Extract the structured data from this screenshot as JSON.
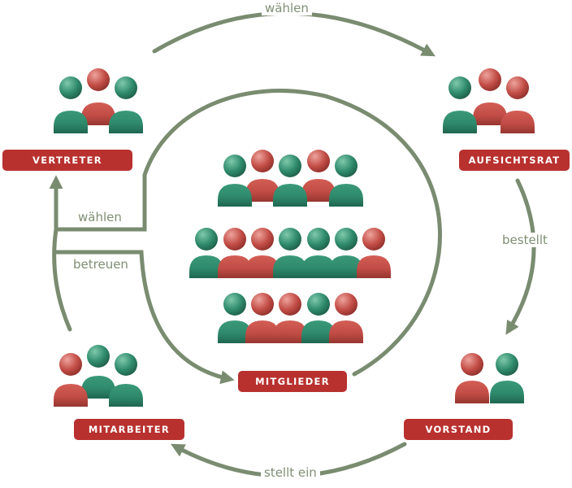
{
  "nodes": {
    "vertreter": "VERTRETER",
    "aufsichtsrat": "AUFSICHTSRAT",
    "vorstand": "VORSTAND",
    "mitarbeiter": "MITARBEITER",
    "mitglieder": "MITGLIEDER"
  },
  "edges": {
    "top_waehlen": "wählen",
    "bestellt": "bestellt",
    "stellt_ein": "stellt ein",
    "inner_waehlen": "wählen",
    "betreuen": "betreuen"
  },
  "colors": {
    "arrow": "#7a8c70",
    "badge": "#b8312f",
    "badge_text": "#ffffff",
    "label_text": "#7f8f74",
    "figure_green": "#2f8a6c",
    "figure_red": "#c24d46"
  },
  "figure_groups": {
    "vertreter": [
      "green",
      "red",
      "green"
    ],
    "aufsichtsrat": [
      "green",
      "red",
      "red"
    ],
    "vorstand": [
      "red",
      "green"
    ],
    "mitarbeiter": [
      "red",
      "green",
      "green"
    ],
    "mitglieder_row1": [
      "green",
      "red",
      "green",
      "red",
      "green"
    ],
    "mitglieder_row2": [
      "green",
      "red",
      "red",
      "green",
      "green",
      "green",
      "red"
    ],
    "mitglieder_row3": [
      "green",
      "red",
      "red",
      "green",
      "red"
    ]
  }
}
